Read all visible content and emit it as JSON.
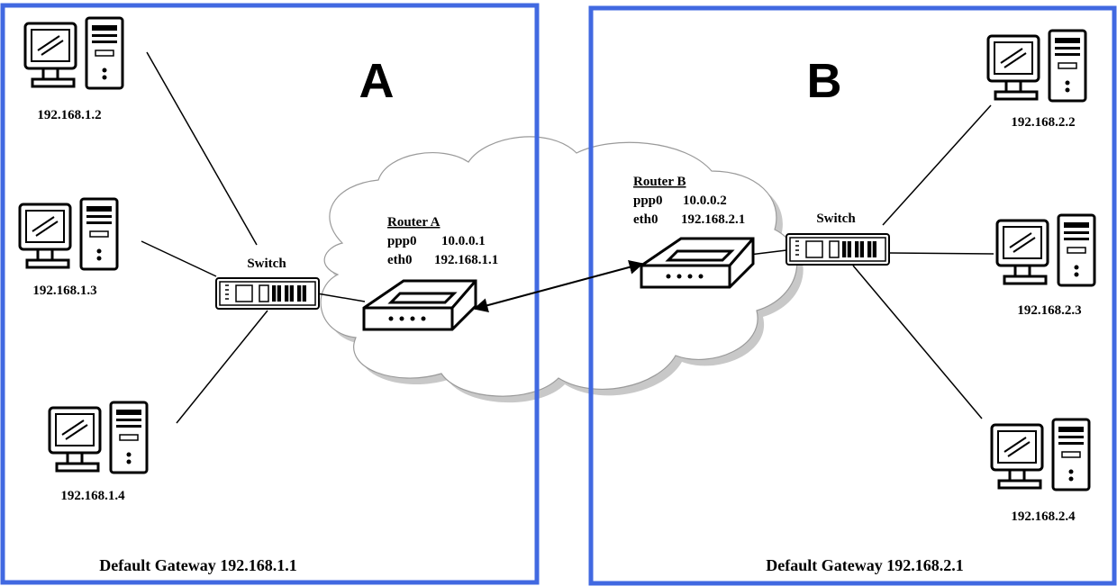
{
  "zones": [
    {
      "letter": "A",
      "gateway_text": "Default Gateway 192.168.1.1"
    },
    {
      "letter": "B",
      "gateway_text": "Default Gateway 192.168.2.1"
    }
  ],
  "hosts_a": [
    "192.168.1.2",
    "192.168.1.3",
    "192.168.1.4"
  ],
  "hosts_b": [
    "192.168.2.2",
    "192.168.2.3",
    "192.168.2.4"
  ],
  "switch_label": "Switch",
  "router_a": {
    "title": "Router A",
    "rows": [
      {
        "iface": "ppp0",
        "ip": "10.0.0.1"
      },
      {
        "iface": "eth0",
        "ip": "192.168.1.1"
      }
    ]
  },
  "router_b": {
    "title": "Router B",
    "rows": [
      {
        "iface": "ppp0",
        "ip": "10.0.0.2"
      },
      {
        "iface": "eth0",
        "ip": "192.168.2.1"
      }
    ]
  },
  "colors": {
    "zone_border": "#4169e1",
    "cloud_fill": "#ffffff",
    "cloud_shadow": "#c8c8c8"
  }
}
